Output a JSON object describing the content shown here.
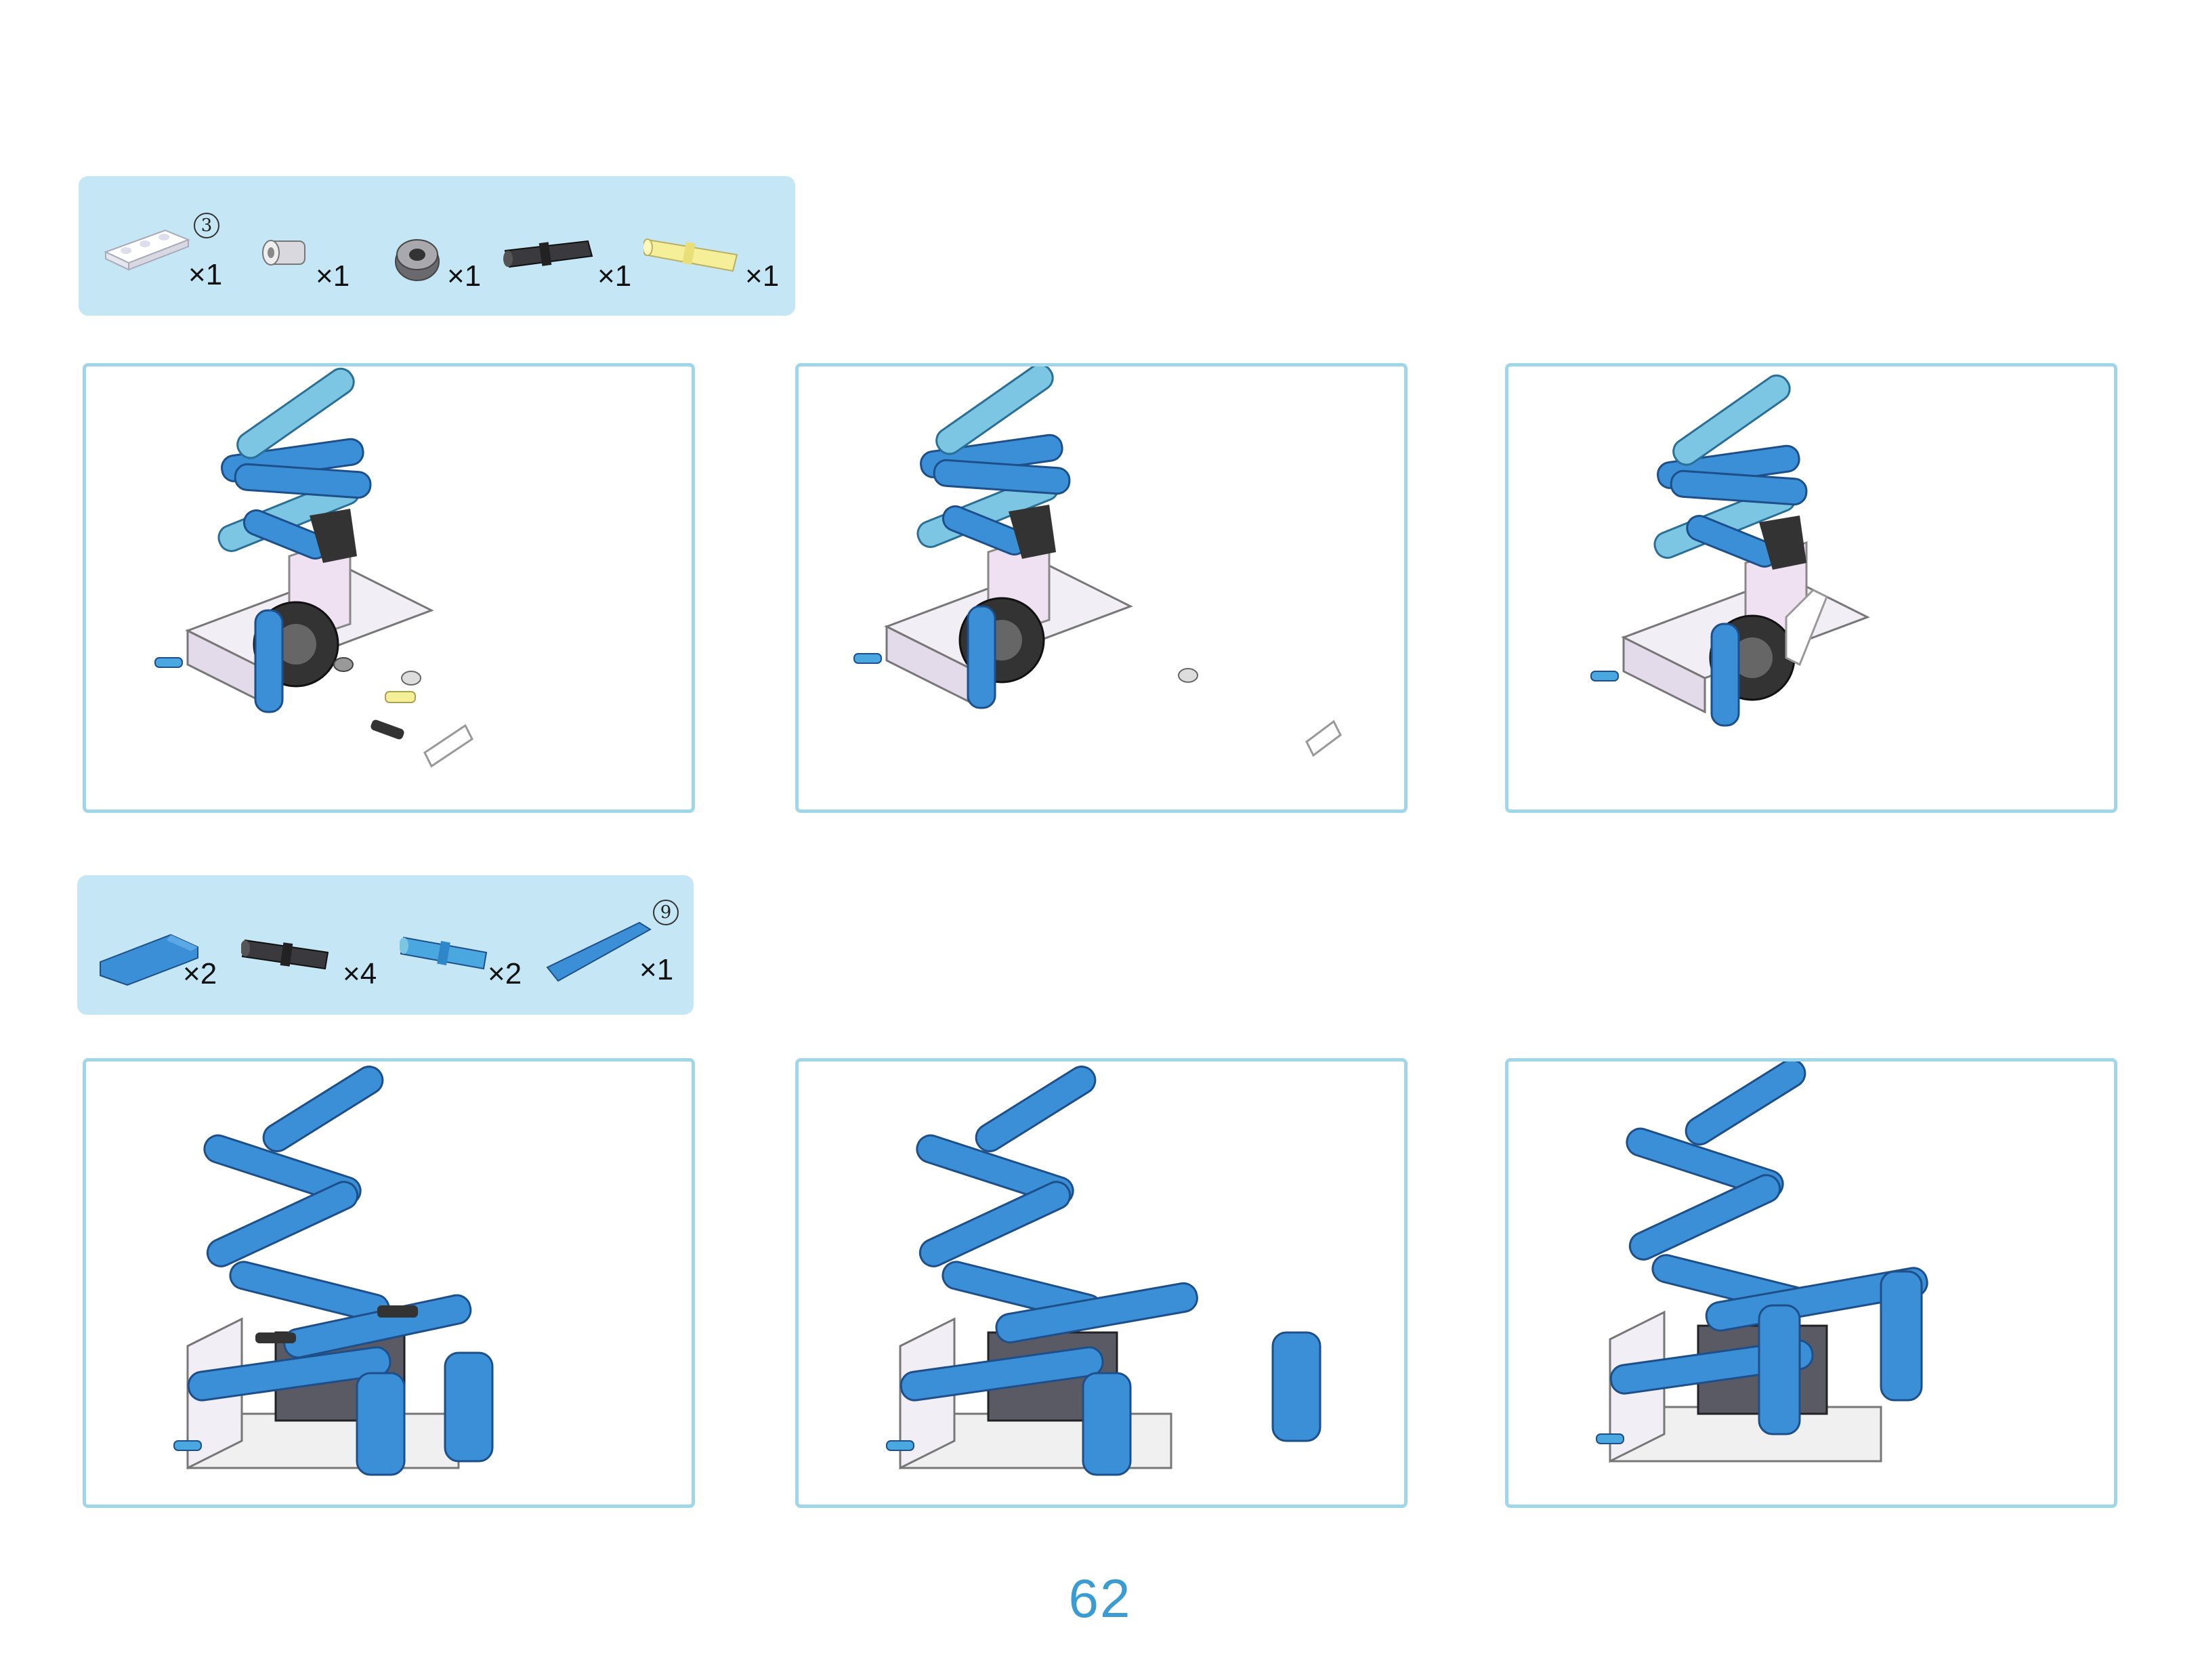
{
  "parts_list_1": {
    "length_marker": "3",
    "items": [
      {
        "icon": "white-beam-3-icon",
        "qty": "×1"
      },
      {
        "icon": "gray-bushing-icon",
        "qty": "×1"
      },
      {
        "icon": "gray-half-bushing-icon",
        "qty": "×1"
      },
      {
        "icon": "black-friction-pin-icon",
        "qty": "×1"
      },
      {
        "icon": "yellow-pin-icon",
        "qty": "×1"
      }
    ]
  },
  "parts_list_2": {
    "length_marker": "9",
    "items": [
      {
        "icon": "blue-l-beam-icon",
        "qty": "×2"
      },
      {
        "icon": "black-friction-pin-icon",
        "qty": "×4"
      },
      {
        "icon": "blue-axle-pin-icon",
        "qty": "×2"
      },
      {
        "icon": "blue-beam-9-icon",
        "qty": "×1"
      }
    ]
  },
  "colors": {
    "panel": "#c5e6f4",
    "frame_border": "#9fd6e9",
    "beam_blue": "#3a8fd6",
    "beam_light_blue": "#7cc6e4",
    "page_number": "#3a9cd3"
  },
  "page_number": "62"
}
